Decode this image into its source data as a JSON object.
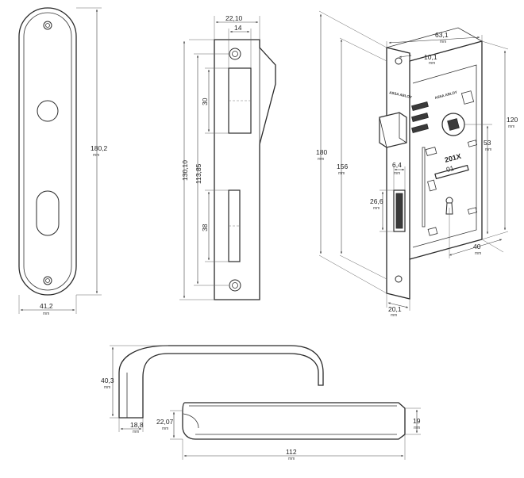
{
  "unit": "mm",
  "escutcheon": {
    "height": "180,2",
    "width": "41,2"
  },
  "strike_plate": {
    "overall_width": "22,10",
    "inner_width": "14",
    "upper_slot": "30",
    "lower_slot": "38",
    "outer_height": "130,10",
    "inner_height": "113,85"
  },
  "lock_body": {
    "depth": "63,1",
    "faceplate_offset": "10,1",
    "case_height": "120",
    "spindle_to_bottom": "53",
    "faceplate_height": "180",
    "face_height": "156",
    "cylinder_width": "6,4",
    "cylinder_height": "26,6",
    "backset": "40",
    "faceplate_width": "20,1"
  },
  "lock_markings": {
    "brand_front": "ASSA ABLOY",
    "brand_side": "ASSA ABLOY",
    "model": "201X",
    "variant": "01"
  },
  "handle": {
    "height": "40,3",
    "neck": "18,8",
    "grip_diameter": "22,07",
    "grip_thickness": "19",
    "length": "112"
  }
}
